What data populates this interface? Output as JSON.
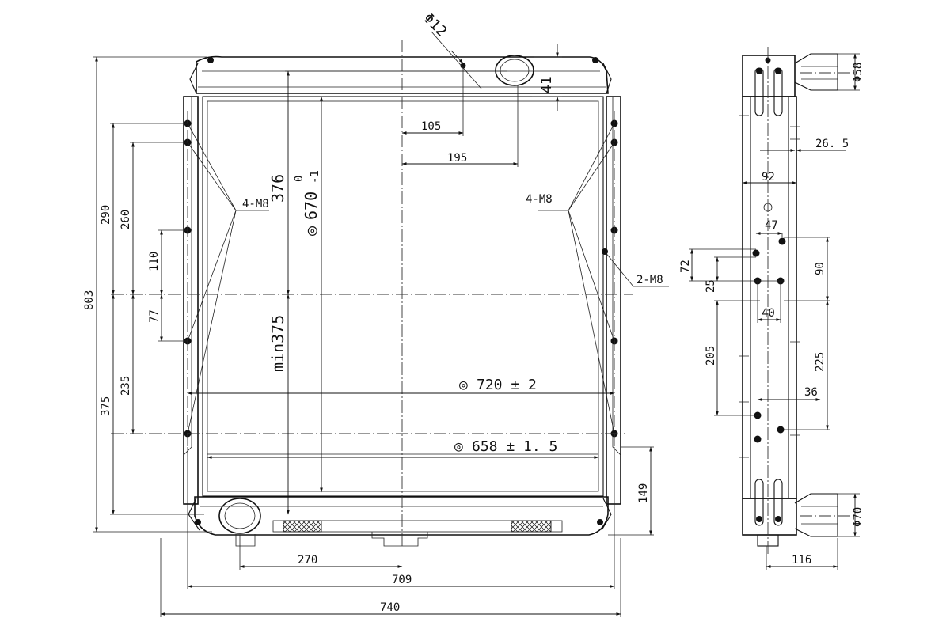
{
  "front_view": {
    "dims": {
      "d12": "Φ12",
      "d41": "41",
      "d105": "105",
      "d195": "195",
      "d376": "376",
      "d670": "670",
      "d670_tol_upper": "0",
      "d670_tol_lower": "-1",
      "dmin375": "min375",
      "d720": "720 ± 2",
      "d658": "658 ± 1. 5",
      "d290": "290",
      "d260": "260",
      "d110": "110",
      "d77": "77",
      "d235": "235",
      "d375": "375",
      "d803": "803",
      "d149": "149",
      "d270": "270",
      "d709": "709",
      "d740": "740"
    },
    "callouts": {
      "left_4m8": "4-M8",
      "right_4m8": "4-M8",
      "right_2m8": "2-M8"
    }
  },
  "side_view": {
    "dims": {
      "d58": "Φ58",
      "d26_5": "26. 5",
      "d92": "92",
      "d47": "47",
      "d72": "72",
      "d25": "25",
      "d40": "40",
      "d90": "90",
      "d205": "205",
      "d225": "225",
      "d36": "36",
      "d70": "Φ70",
      "d116": "116"
    }
  },
  "symbols": {
    "concentric": "◎"
  }
}
